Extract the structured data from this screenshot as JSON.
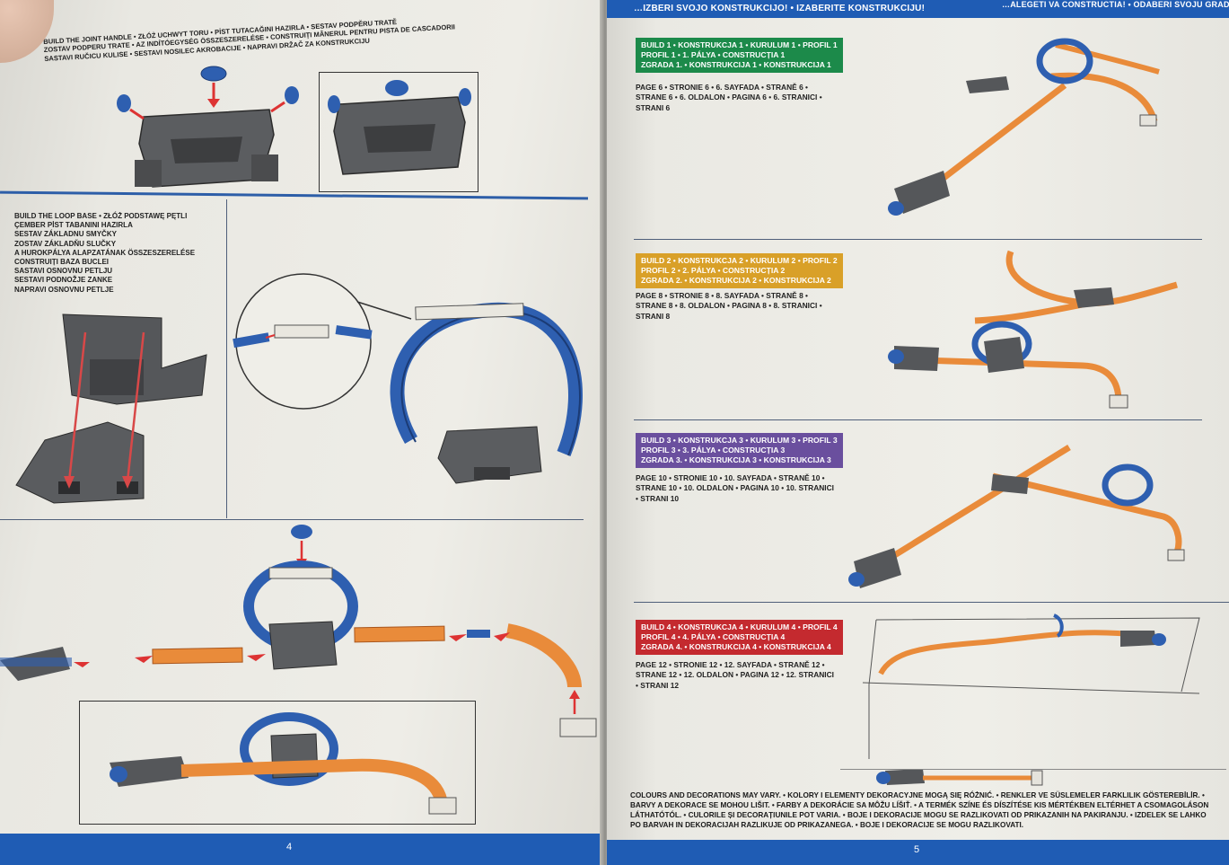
{
  "header": {
    "right_line1": "…IZBERI SVOJO KONSTRUKCIJO! • IZABERITE KONSTRUKCIJU!",
    "right_line0": "…ALEGETI VA CONSTRUCTIA! • ODABERI SVOJU GRADNJU!"
  },
  "left_page": {
    "page_number": "4",
    "step_joint": [
      "BUILD THE JOINT HANDLE • ZŁÓŻ UCHWYT TORU • PİST TUTACAĞINI HAZIRLA • SESTAV PODPĚRU TRATĚ",
      "ZOSTAV PODPERU TRATE • AZ INDÍTÓEGYSÉG ÖSSZESZERELÉSE • CONSTRUIȚI MÂNERUL PENTRU PISTA DE CASCADORII",
      "SASTAVI RUČICU KULISE • SESTAVI NOSILEC AKROBACIJE • NAPRAVI DRŽAČ ZA KONSTRUKCIJU"
    ],
    "step_loop": [
      "BUILD THE LOOP BASE • ZŁÓŻ PODSTAWĘ PĘTLI",
      "ÇEMBER PİST TABANINI HAZIRLA",
      "SESTAV ZÁKLADNU SMYČKY",
      "ZOSTAV ZÁKLADŇU SLUČKY",
      "A HUROKPÁLYA ALAPZATÁNAK ÖSSZESZERELÉSE",
      "CONSTRUIȚI BAZA BUCLEI",
      "SASTAVI OSNOVNU PETLJU",
      "SESTAVI PODNOŽJE ZANKE",
      "NAPRAVI OSNOVNU PETLJE"
    ]
  },
  "right_page": {
    "page_number": "5",
    "builds": [
      {
        "id": "1",
        "color": "#1c8a4a",
        "title_lines": [
          "BUILD 1 • KONSTRUKCJA 1 • KURULUM 1 • PROFIL 1",
          "PROFIL 1 • 1. PÁLYA • CONSTRUCȚIA 1",
          "ZGRADA 1. • KONSTRUKCIJA 1 • KONSTRUKCIJA 1"
        ],
        "page_lines": [
          "PAGE 6 • STRONIE 6 • 6. SAYFADA • STRANĚ 6 •",
          "STRANE 6 • 6. OLDALON • PAGINA 6 • 6. STRANICI •",
          "STRANI 6"
        ]
      },
      {
        "id": "2",
        "color": "#d9a028",
        "title_lines": [
          "BUILD 2 • KONSTRUKCJA 2 • KURULUM 2 • PROFIL 2",
          "PROFIL 2 • 2. PÁLYA • CONSTRUCȚIA 2",
          "ZGRADA 2. • KONSTRUKCIJA 2 • KONSTRUKCIJA 2"
        ],
        "page_lines": [
          "PAGE 8 • STRONIE 8 • 8. SAYFADA • STRANĚ 8 •",
          "STRANE 8 • 8. OLDALON • PAGINA 8 • 8. STRANICI •",
          "STRANI 8"
        ]
      },
      {
        "id": "3",
        "color": "#6a4f9e",
        "title_lines": [
          "BUILD 3 • KONSTRUKCJA 3 • KURULUM 3 • PROFIL 3",
          "PROFIL 3 • 3. PÁLYA • CONSTRUCȚIA 3",
          "ZGRADA 3. • KONSTRUKCIJA 3 • KONSTRUKCIJA 3"
        ],
        "page_lines": [
          "PAGE 10 • STRONIE 10 • 10. SAYFADA • STRANĚ 10 •",
          "STRANE 10 • 10. OLDALON • PAGINA 10 • 10. STRANICI",
          "• STRANI 10"
        ]
      },
      {
        "id": "4",
        "color": "#c42a2f",
        "title_lines": [
          "BUILD 4 • KONSTRUKCJA 4 • KURULUM 4 • PROFIL 4",
          "PROFIL 4 • 4. PÁLYA • CONSTRUCȚIA 4",
          "ZGRADA 4. • KONSTRUKCIJA 4 • KONSTRUKCIJA 4"
        ],
        "page_lines": [
          "PAGE 12 • STRONIE 12 • 12. SAYFADA • STRANĚ 12 •",
          "STRANE 12 • 12. OLDALON • PAGINA 12 • 12. STRANICI",
          "• STRANI 12"
        ]
      }
    ],
    "footer_lines": [
      "COLOURS AND DECORATIONS MAY VARY. • KOLORY I ELEMENTY DEKORACYJNE MOGĄ SIĘ RÓŻNIĆ. • RENKLER VE SÜSLEMELER FARKLILIK GÖSTEREBİLİR. •",
      "BARVY A DEKORACE SE MOHOU LIŠIT. • FARBY A DEKORÁCIE SA MÔŽU LÍŠIŤ. • A TERMÉK SZÍNE ÉS DÍSZÍTÉSE KIS MÉRTÉKBEN ELTÉRHET A CSOMAGOLÁSON",
      "LÁTHATÓTÓL. • CULORILE ȘI DECORAȚIUNILE POT VARIA. • BOJE I DEKORACIJE MOGU SE RAZLIKOVATI OD PRIKAZANIH NA PAKIRANJU. • IZDELEK SE LAHKO",
      "PO BARVAH IN DEKORACIJAH RAZLIKUJE OD PRIKAZANEGA. • BOJE I DEKORACIJE SE MOGU RAZLIKOVATI."
    ]
  }
}
